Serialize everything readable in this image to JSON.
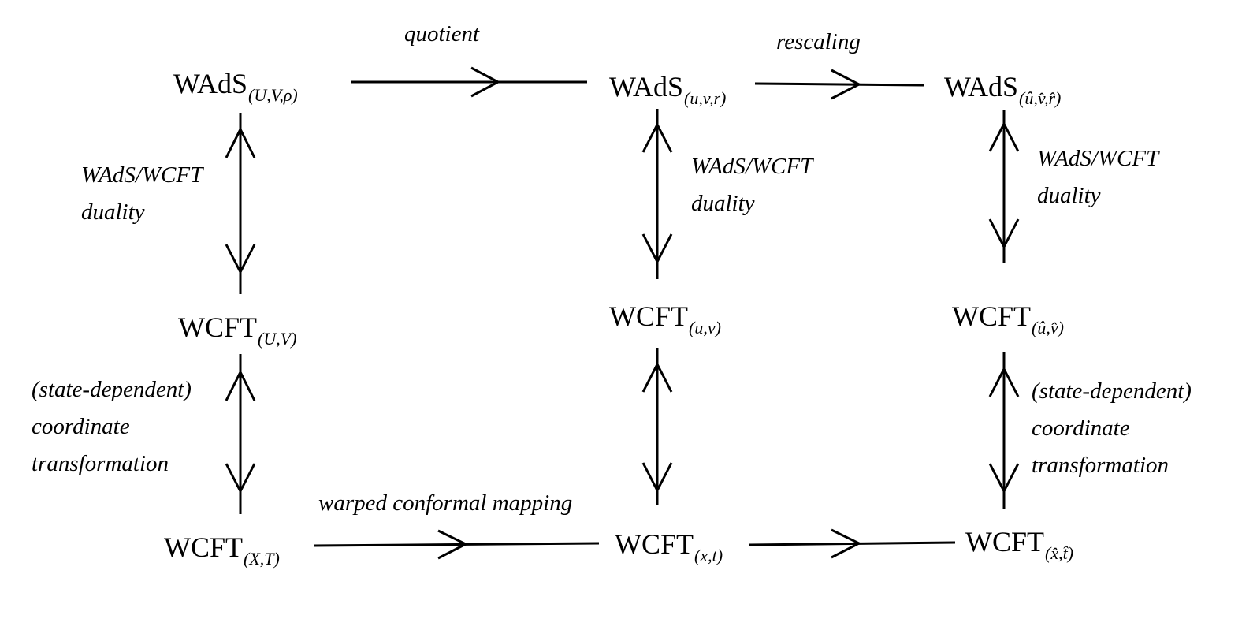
{
  "nodes": {
    "wads_UVrho": {
      "base": "WAdS",
      "sub": "(U,V,ρ)"
    },
    "wads_uvr": {
      "base": "WAdS",
      "sub": "(u,v,r)"
    },
    "wads_hat": {
      "base": "WAdS",
      "sub": "(û,v̂,r̂)"
    },
    "wcft_UV": {
      "base": "WCFT",
      "sub": "(U,V)"
    },
    "wcft_uv": {
      "base": "WCFT",
      "sub": "(u,v)"
    },
    "wcft_hat": {
      "base": "WCFT",
      "sub": "(û,v̂)"
    },
    "wcft_XT": {
      "base": "WCFT",
      "sub": "(X,T)"
    },
    "wcft_xt": {
      "base": "WCFT",
      "sub": "(x,t)"
    },
    "wcft_xt_hat": {
      "base": "WCFT",
      "sub": "(x̂,t̂)"
    }
  },
  "labels": {
    "quotient": "quotient",
    "rescaling": "rescaling",
    "duality_left": {
      "line1": "WAdS/WCFT",
      "line2": "duality"
    },
    "duality_mid": {
      "line1": "WAdS/WCFT",
      "line2": "duality"
    },
    "duality_right": {
      "line1": "WAdS/WCFT",
      "line2": "duality"
    },
    "coord_left": {
      "line1": "(state-dependent)",
      "line2": "coordinate",
      "line3": "transformation"
    },
    "coord_right": {
      "line1": "(state-dependent)",
      "line2": "coordinate",
      "line3": "transformation"
    },
    "warped": "warped conformal mapping"
  }
}
